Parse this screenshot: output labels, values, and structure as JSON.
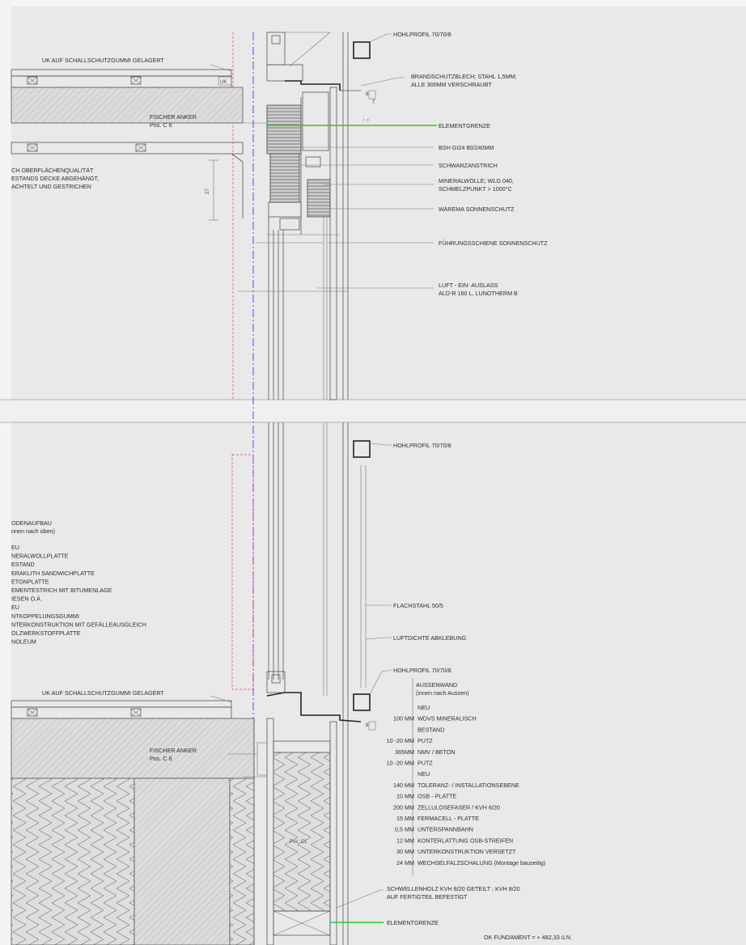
{
  "colors": {
    "background": "#e9e9e9",
    "line": "#555555",
    "element_boundary": "#27c93f",
    "axis_blue": "#3a3aff",
    "axis_red": "#e04848"
  },
  "top": {
    "uk_label": "UK AUF SCHALLSCHUTZGUMMI GELAGERT",
    "uk_tag": "UK",
    "fischer_1": "FISCHER ANKER",
    "fischer_2": "Pos. C 6",
    "ceiling_1": "CH OBERFLÄCHENQUALITÄT",
    "ceiling_2": "ESTANDS DECKE ABGEHÄNGT,",
    "ceiling_3": "ACHTELT UND GESTRICHEN",
    "callouts": [
      "HOHLPROFIL 70/70/8",
      "BRANDSCHUTZBLECH; STAHL 1,5MM;",
      "ALLE 300MM VERSCHRAUBT",
      "ELEMENTGRENZE",
      "BSH GI24 80/240MM",
      "SCHWARZANSTRICH",
      "MINERALWOLLE; WLG 040,",
      "SCHMELZPUNKT > 1000°C",
      "WAREMA SONNENSCHUTZ",
      "FÜHRUNGSSCHIENE SONNENSCHUTZ",
      "LUFT - EIN- AUSLASS",
      "ALD-R 160 L, LUNOTHERM B"
    ]
  },
  "bottom": {
    "callouts": [
      "HOHLPROFIL 70/70/8",
      "FLACHSTAHL 50/5",
      "LUFTDICHTE ABKLEBUNG",
      "HOHLPROFIL 70/70/8",
      "SCHWELLENHOLZ KVH 8/20 GETEILT ; KVH 8/20",
      "AUF FERTIGTEIL BEFESTIGT",
      "ELEMENTGRENZE",
      "OK FUNDAMENT = + 482,33 ü.N."
    ],
    "floor_title": "ODENAUFBAU",
    "floor_sub": "nnen nach oben)",
    "floor_layers": [
      "EU",
      "NERALWOLLPLATTE",
      "ESTAND",
      "ERAKLITH SANDWICHPLATTE",
      "ETONPLATTE",
      "EMENTESTRICH MIT BITUMENLAGE",
      "IESEN O.Ä.",
      "EU",
      "NTKOPPELUNGSGUMMI",
      "NTERKONSTRUKTION MIT GEFÄLLEAUSGLEICH",
      "OLZWERKSTOFFPLATTE",
      "NOLEUM"
    ],
    "uk_label": "UK AUF SCHALLSCHUTZGUMMI GELAGERT",
    "fischer_1": "FISCHER ANKER",
    "fischer_2": "Pos. C 6",
    "wall_title": "AUSSENWAND",
    "wall_sub": "(innen nach Aussen)",
    "wall_layers": [
      {
        "thk": "",
        "name": "NEU"
      },
      {
        "thk": "100 MM",
        "name": "WDVS MINERALISCH"
      },
      {
        "thk": "",
        "name": "BESTAND"
      },
      {
        "thk": "10 -20 MM",
        "name": "PUTZ"
      },
      {
        "thk": "365MM",
        "name": "NMV / BETON"
      },
      {
        "thk": "10 -20 MM",
        "name": "PUTZ"
      },
      {
        "thk": "",
        "name": "NEU"
      },
      {
        "thk": "140 MM",
        "name": "TOLERANZ- / INSTALLATIONSEBENE"
      },
      {
        "thk": "10 MM",
        "name": "OSB - PLATTE"
      },
      {
        "thk": "200 MM",
        "name": "ZELLULOSEFASER / KVH 6/20"
      },
      {
        "thk": "15 MM",
        "name": "FERMACELL - PLATTE"
      },
      {
        "thk": "0,5 MM",
        "name": "UNTERSPANNBAHN"
      },
      {
        "thk": "12 MM",
        "name": "KONTERLATTUNG OSB-STREIFEN"
      },
      {
        "thk": "30 MM",
        "name": "UNTERKONSTRUKTION VERSETZT"
      },
      {
        "thk": "24 MM",
        "name": "WECHSELFALZSCHALUNG (Montage bauseitig)"
      }
    ]
  }
}
